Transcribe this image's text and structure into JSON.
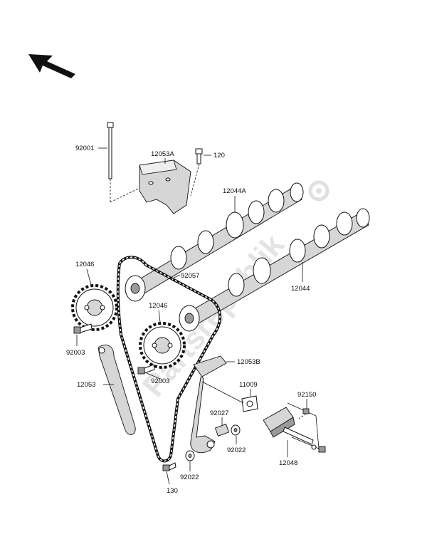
{
  "diagram": {
    "watermark": "Partsrepublik",
    "parts": [
      {
        "id": "p92001",
        "label": "92001"
      },
      {
        "id": "p12053A",
        "label": "12053A"
      },
      {
        "id": "p120",
        "label": "120"
      },
      {
        "id": "p12044A",
        "label": "12044A"
      },
      {
        "id": "p12046a",
        "label": "12046"
      },
      {
        "id": "p92057",
        "label": "92057"
      },
      {
        "id": "p12044",
        "label": "12044"
      },
      {
        "id": "p12046b",
        "label": "12046"
      },
      {
        "id": "p92003a",
        "label": "92003"
      },
      {
        "id": "p12053B",
        "label": "12053B"
      },
      {
        "id": "p12053",
        "label": "12053"
      },
      {
        "id": "p92003b",
        "label": "92003"
      },
      {
        "id": "p11009",
        "label": "11009"
      },
      {
        "id": "p92150",
        "label": "92150"
      },
      {
        "id": "p92027",
        "label": "92027"
      },
      {
        "id": "p92022a",
        "label": "92022"
      },
      {
        "id": "p12048",
        "label": "12048"
      },
      {
        "id": "p92022b",
        "label": "92022"
      },
      {
        "id": "p130",
        "label": "130"
      }
    ]
  }
}
